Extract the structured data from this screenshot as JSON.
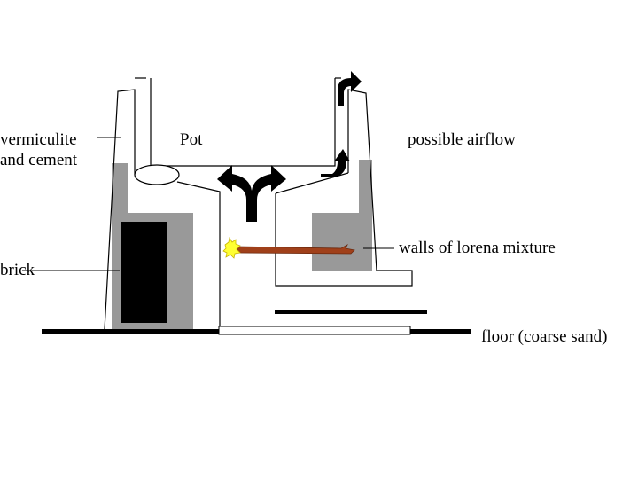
{
  "labels": {
    "vermiculite": "vermiculite",
    "and_cement": "and cement",
    "pot": "Pot",
    "airflow": "possible airflow",
    "lorena": "walls of lorena mixture",
    "brick": "brick",
    "floor": "floor (coarse sand)"
  },
  "colors": {
    "wall_fill": "#999999",
    "brick": "#000000",
    "stick": "#a0401a",
    "flame": "#ffff33"
  }
}
